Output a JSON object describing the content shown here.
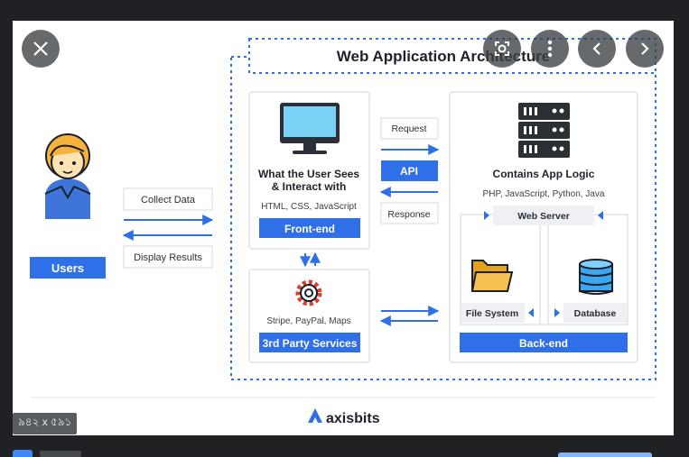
{
  "viewer": {
    "dimensions_label": "৯৪২ x ৫৯১",
    "controls": {
      "close_icon": "close-icon",
      "lens_icon": "lens-icon",
      "more_icon": "more-vert-icon",
      "prev_icon": "chevron-left-icon",
      "next_icon": "chevron-right-icon"
    }
  },
  "diagram": {
    "title": "Web Application Architecture",
    "users_label": "Users",
    "collect_data": "Collect Data",
    "display_results": "Display Results",
    "frontend": {
      "heading_line1": "What the User Sees",
      "heading_line2": "& Interact with",
      "tech": "HTML, CSS, JavaScript",
      "label": "Front-end"
    },
    "request": "Request",
    "api": "API",
    "response": "Response",
    "backend": {
      "heading": "Contains App Logic",
      "tech": "PHP, JavaScript, Python, Java",
      "web_server": "Web Server",
      "file_system": "File System",
      "database": "Database",
      "label": "Back-end"
    },
    "third_party": {
      "tech": "Stripe, PayPal, Maps",
      "label": "3rd Party Services"
    },
    "brand": "axisbits"
  },
  "colors": {
    "primary_blue": "#2f6fe8",
    "dark_gray": "#202124",
    "control_bg": "#3c4043"
  }
}
